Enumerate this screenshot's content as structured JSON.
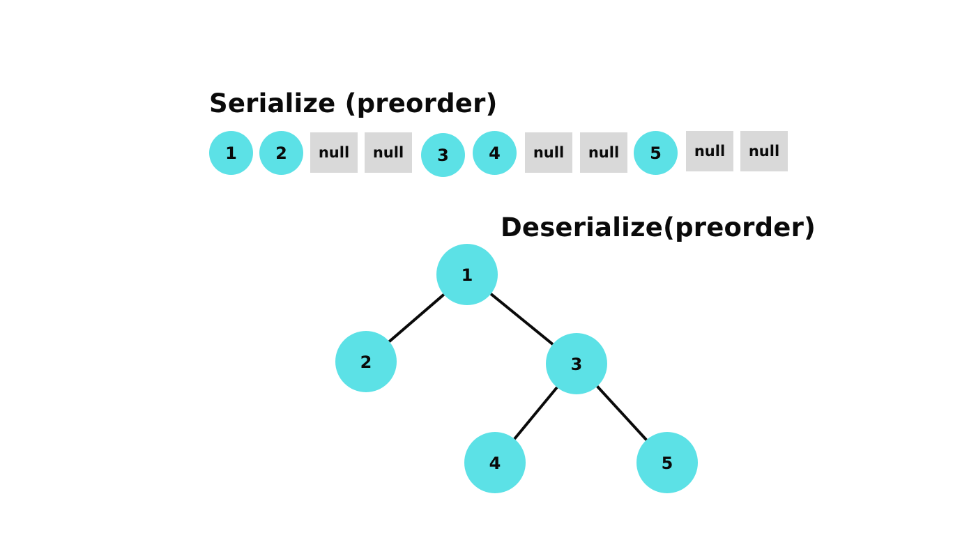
{
  "serialize": {
    "title": "Serialize (preorder)",
    "sequence": [
      {
        "kind": "node",
        "label": "1"
      },
      {
        "kind": "node",
        "label": "2"
      },
      {
        "kind": "null",
        "label": "null"
      },
      {
        "kind": "null",
        "label": "null"
      },
      {
        "kind": "node",
        "label": "3"
      },
      {
        "kind": "node",
        "label": "4"
      },
      {
        "kind": "null",
        "label": "null"
      },
      {
        "kind": "null",
        "label": "null"
      },
      {
        "kind": "node",
        "label": "5"
      },
      {
        "kind": "null",
        "label": "null"
      },
      {
        "kind": "null",
        "label": "null"
      }
    ]
  },
  "deserialize": {
    "title": "Deserialize(preorder)",
    "tree": {
      "nodes": [
        {
          "id": "n1",
          "label": "1"
        },
        {
          "id": "n2",
          "label": "2"
        },
        {
          "id": "n3",
          "label": "3"
        },
        {
          "id": "n4",
          "label": "4"
        },
        {
          "id": "n5",
          "label": "5"
        }
      ],
      "edges": [
        {
          "from": "n1",
          "to": "n2"
        },
        {
          "from": "n1",
          "to": "n3"
        },
        {
          "from": "n3",
          "to": "n4"
        },
        {
          "from": "n3",
          "to": "n5"
        }
      ]
    }
  },
  "colors": {
    "node_fill": "#5ce1e6",
    "null_fill": "#d9d9d9",
    "text": "#0a0a0a",
    "edge": "#0a0a0a",
    "background": "#ffffff"
  }
}
